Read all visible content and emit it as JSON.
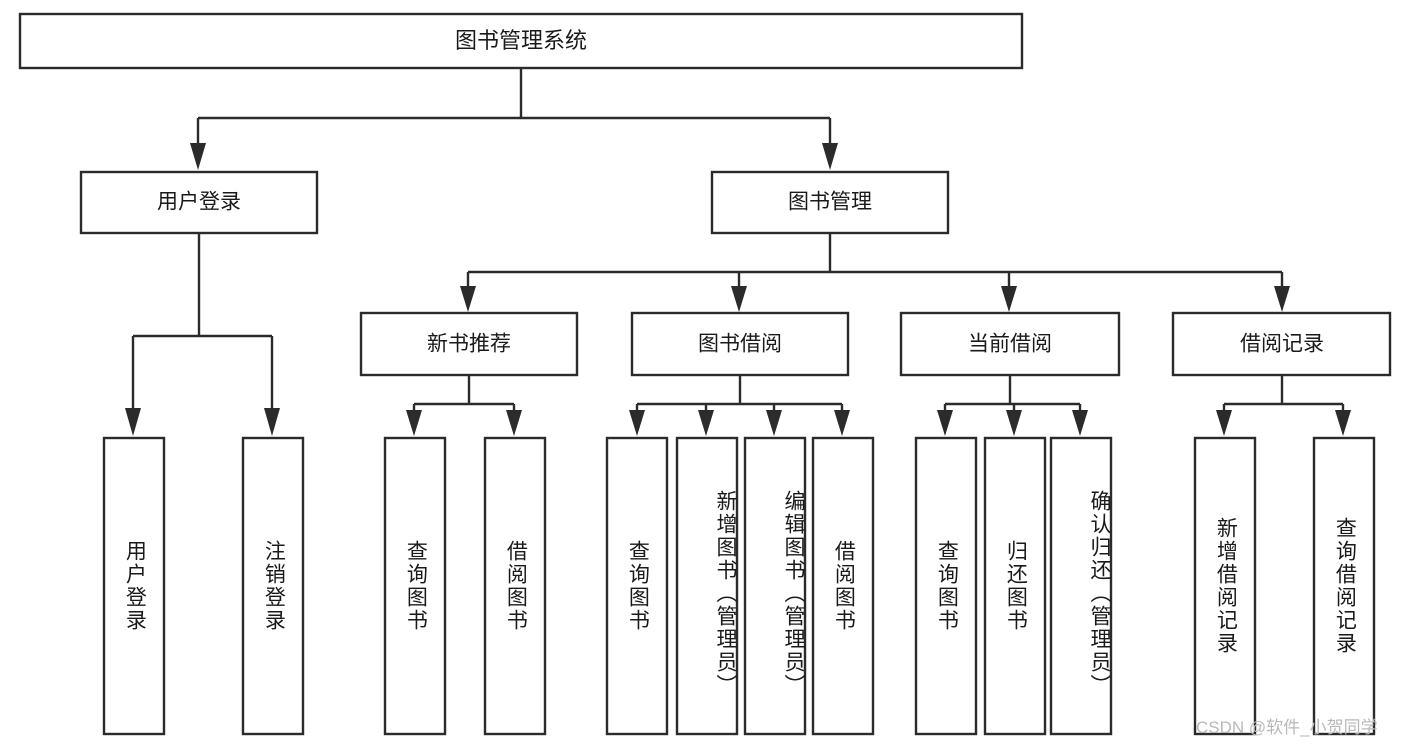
{
  "diagram": {
    "title": "图书管理系统",
    "type": "tree-hierarchy",
    "orientation": "top-down",
    "root": {
      "label": "图书管理系统"
    },
    "level2": [
      {
        "label": "用户登录"
      },
      {
        "label": "图书管理"
      }
    ],
    "level3": [
      {
        "label": "新书推荐"
      },
      {
        "label": "图书借阅"
      },
      {
        "label": "当前借阅"
      },
      {
        "label": "借阅记录"
      }
    ],
    "leaves": {
      "user_login": [
        {
          "label": "用户登录"
        },
        {
          "label": "注销登录"
        }
      ],
      "new_book_recommend": [
        {
          "label": "查询图书"
        },
        {
          "label": "借阅图书"
        }
      ],
      "book_borrow": [
        {
          "label": "查询图书"
        },
        {
          "label": "新增图书（管理员）"
        },
        {
          "label": "编辑图书（管理员）"
        },
        {
          "label": "借阅图书"
        }
      ],
      "current_borrow": [
        {
          "label": "查询图书"
        },
        {
          "label": "归还图书"
        },
        {
          "label": "确认归还（管理员）"
        }
      ],
      "borrow_record": [
        {
          "label": "新增借阅记录"
        },
        {
          "label": "查询借阅记录"
        }
      ]
    }
  },
  "watermark": {
    "text": "CSDN @软件_小贺同学"
  },
  "colors": {
    "stroke": "#2b2b2b",
    "box_fill": "#ffffff",
    "text": "#1a1a1a",
    "watermark": "#b9b9b9",
    "background": "#ffffff"
  }
}
